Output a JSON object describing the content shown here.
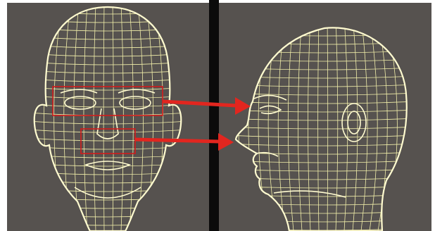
{
  "colors": {
    "background": "#56524f",
    "wire": "#f2efaa",
    "wire_bright": "#fffbd0",
    "highlight_box": "#d21b1b",
    "arrow": "#e2261f",
    "divider": "#0b0b0b",
    "page": "#ffffff"
  },
  "panels": [
    {
      "id": "front",
      "content": "wireframe-head-front"
    },
    {
      "id": "profile",
      "content": "wireframe-head-profile"
    }
  ],
  "annotations": [
    {
      "id": "eye-region-box",
      "target": "eye-region",
      "arrow": "eye-arrow"
    },
    {
      "id": "nose-region-box",
      "target": "nose-region",
      "arrow": "nose-arrow"
    }
  ]
}
